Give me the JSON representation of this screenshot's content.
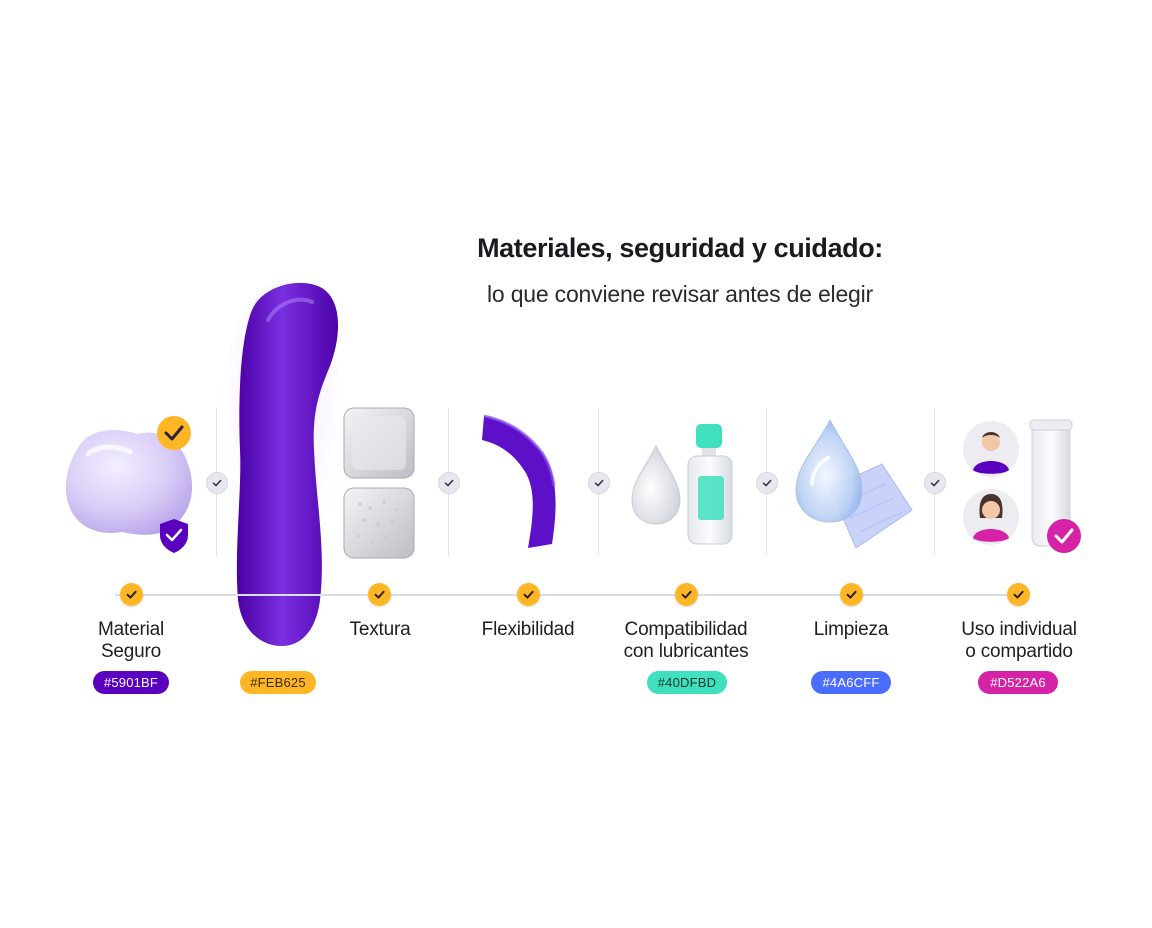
{
  "header": {
    "title": "Materiales, seguridad y cuidado:",
    "subtitle": "lo que conviene revisar antes de elegir"
  },
  "features": [
    {
      "label_line1": "Material",
      "label_line2": "Seguro",
      "icon": "silicone-blob-shield-icon"
    },
    {
      "label_line1": "Textura",
      "label_line2": "",
      "icon": "texture-swatches-icon"
    },
    {
      "label_line1": "Flexibilidad",
      "label_line2": "",
      "icon": "flexible-strip-icon"
    },
    {
      "label_line1": "Compatibilidad",
      "label_line2": "con lubricantes",
      "icon": "lubricant-bottle-icon"
    },
    {
      "label_line1": "Limpieza",
      "label_line2": "",
      "icon": "droplet-cloth-icon"
    },
    {
      "label_line1": "Uso individual",
      "label_line2": "o compartido",
      "icon": "users-condom-icon"
    }
  ],
  "chips": [
    {
      "text": "#5901BF",
      "color": "#5901BF"
    },
    {
      "text": "#FEB625",
      "color": "#FEB625"
    },
    {
      "text": "#40DFBD",
      "color": "#40DFBD"
    },
    {
      "text": "#4A6CFF",
      "color": "#4A6CFF"
    },
    {
      "text": "#D522A6",
      "color": "#D522A6"
    }
  ],
  "colors": {
    "accent_purple": "#5901BF",
    "check_yellow": "#FEB625",
    "mint": "#40DFBD",
    "blue": "#4A6CFF",
    "magenta": "#D522A6"
  }
}
